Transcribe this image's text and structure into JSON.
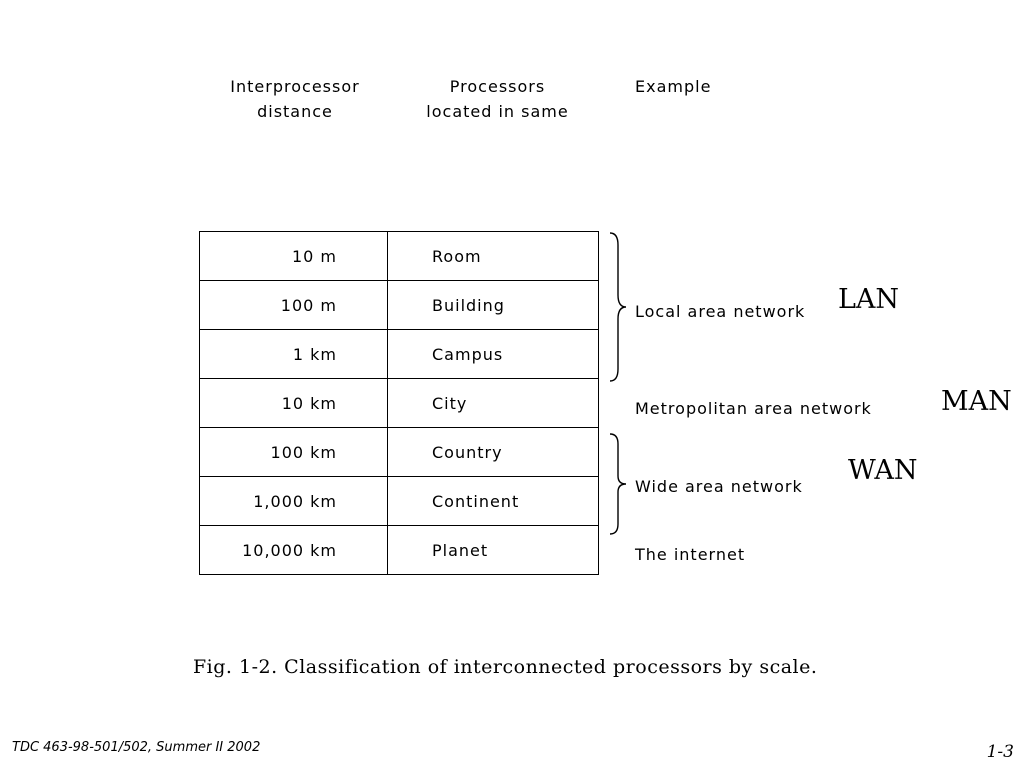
{
  "headers": {
    "distance": "Interprocessor\ndistance",
    "processors": "Processors\nlocated in same",
    "example": "Example"
  },
  "rows": [
    {
      "distance": "10 m",
      "location": "Room"
    },
    {
      "distance": "100 m",
      "location": "Building"
    },
    {
      "distance": "1 km",
      "location": "Campus"
    },
    {
      "distance": "10 km",
      "location": "City"
    },
    {
      "distance": "100 km",
      "location": "Country"
    },
    {
      "distance": "1,000 km",
      "location": "Continent"
    },
    {
      "distance": "10,000 km",
      "location": "Planet"
    }
  ],
  "examples": {
    "local": "Local area network",
    "metro": "Metropolitan area network",
    "wide": "Wide area network",
    "internet": "The internet"
  },
  "abbreviations": {
    "lan": "LAN",
    "man": "MAN",
    "wan": "WAN"
  },
  "caption": "Fig. 1-2.  Classification of interconnected processors by scale.",
  "footer": {
    "course": "TDC 463-98-501/502, Summer II 2002",
    "page": "1-3"
  }
}
